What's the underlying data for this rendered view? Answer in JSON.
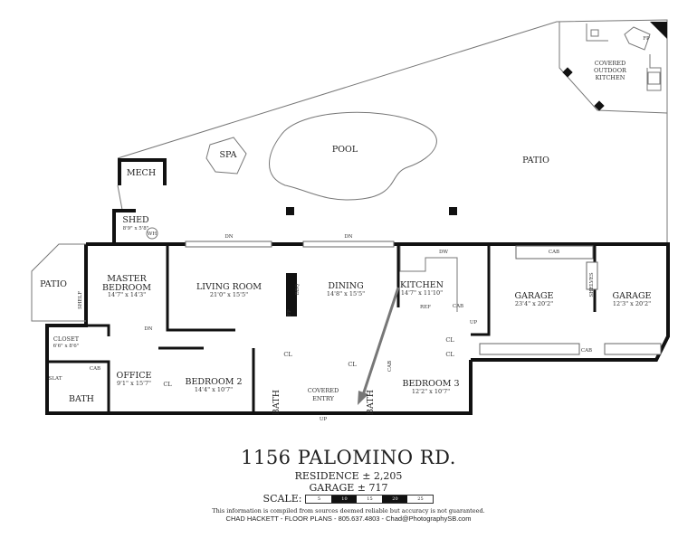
{
  "rooms": {
    "mech": "MECH",
    "shed": {
      "name": "SHED",
      "dim": "8'9\" x 5'8\"",
      "wh": "WH"
    },
    "spa": "SPA",
    "pool": "POOL",
    "patio_rear": "PATIO",
    "outdoor_kitchen": {
      "lines": [
        "COVERED",
        "OUTDOOR",
        "KITCHEN"
      ],
      "fp": "FP"
    },
    "patio_side": "PATIO",
    "shelf": "SHELF",
    "master": {
      "lines": [
        "MASTER",
        "BEDROOM"
      ],
      "dim": "14'7\" x 14'3\""
    },
    "living": {
      "name": "LIVING ROOM",
      "dim": "21'0\" x 15'5\"",
      "bbq": "BBQ",
      "fp": "FP"
    },
    "dining": {
      "name": "DINING",
      "dim": "14'8\" x 15'5\""
    },
    "kitchen": {
      "name": "KITCHEN",
      "dim": "14'7\" x 11'10\"",
      "dw": "DW",
      "ref": "REF",
      "cab": "CAB"
    },
    "garage1": {
      "name": "GARAGE",
      "dim": "23'4\" x 20'2\"",
      "cab": "CAB",
      "shelves": "SHELVES"
    },
    "garage2": {
      "name": "GARAGE",
      "dim": "12'3\" x 20'2\"",
      "cab": "CAB"
    },
    "closet": {
      "name": "CLOSET",
      "dim": "6'6\" x 8'6\""
    },
    "cab_master": "CAB",
    "bath_master": {
      "name": "BATH",
      "slat": "SLAT"
    },
    "office": {
      "name": "OFFICE",
      "dim": "9'1\" x 15'7\""
    },
    "cl_office": "CL",
    "bedroom2": {
      "name": "BEDROOM 2",
      "dim": "14'4\" x 10'7\""
    },
    "bath2": "BATH",
    "cl2": "CL",
    "entry": {
      "lines": [
        "COVERED",
        "ENTRY"
      ]
    },
    "cl_entry": "CL",
    "bath3": "BATH",
    "cab3": "CAB",
    "bedroom3": {
      "name": "BEDROOM 3",
      "dim": "12'2\" x 10'7\""
    },
    "cl_a": "CL",
    "cl_b": "CL",
    "up": "UP",
    "dn": "DN"
  },
  "footer": {
    "address": "1156 PALOMINO RD.",
    "residence": "RESIDENCE ± 2,205",
    "garage": "GARAGE ± 717",
    "scale_label": "SCALE:",
    "scale_ticks": [
      "5",
      "10",
      "15",
      "20",
      "25"
    ],
    "disclaimer": "This information is compiled from sources deemed reliable but accuracy is not guaranteed.",
    "contact": "CHAD HACKETT - FLOOR PLANS - 805.637.4803 - Chad@PhotographySB.com"
  }
}
